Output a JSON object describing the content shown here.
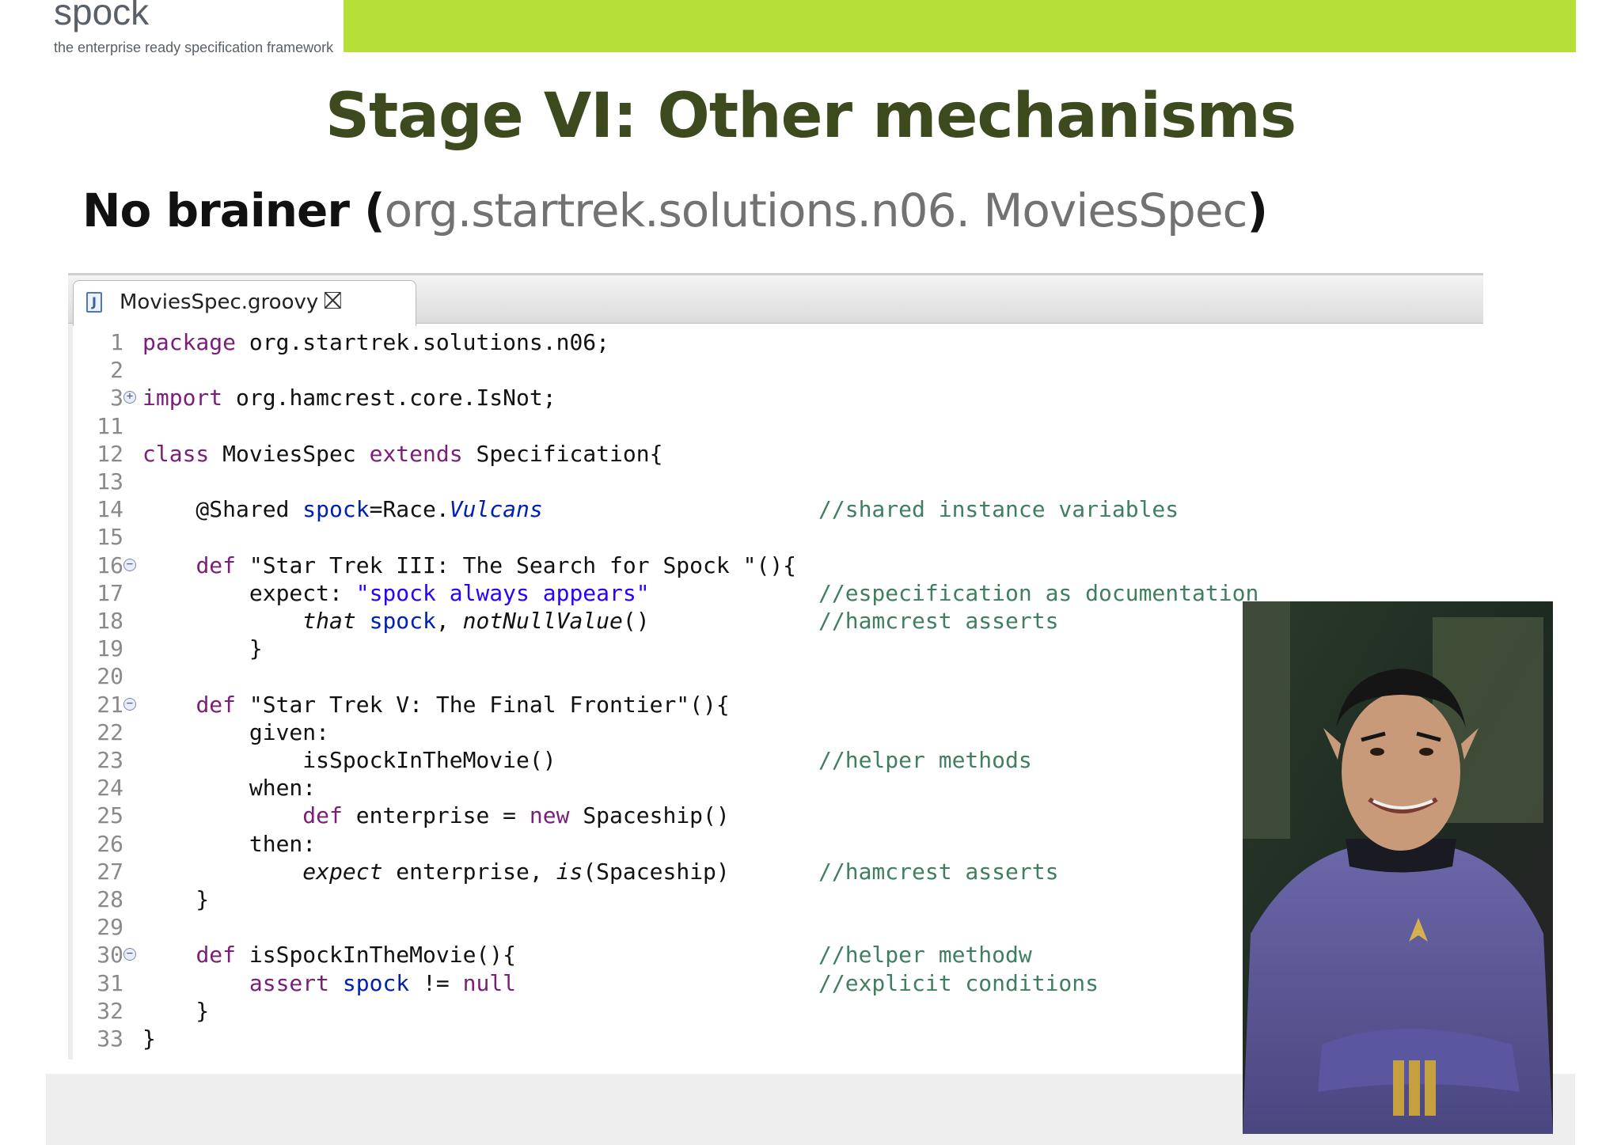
{
  "header": {
    "logo_name": "spock",
    "logo_tagline": "the enterprise ready specification framework",
    "accent_color": "#b5e03a"
  },
  "slide": {
    "title": "Stage VI: Other mechanisms",
    "subtitle_prefix": "No brainer (",
    "subtitle_package": "org.startrek.solutions.n06. MoviesSpec",
    "subtitle_suffix": ")"
  },
  "editor": {
    "tab_label": "MoviesSpec.groovy",
    "tab_icon": "groovy-file-icon",
    "close_icon": "close-icon",
    "lines": [
      {
        "n": "1",
        "html": "<span class=\"kw\">package</span> org.startrek.solutions.n06;",
        "comment": ""
      },
      {
        "n": "2",
        "html": "",
        "comment": ""
      },
      {
        "n": "3",
        "html": "<span class=\"kw\">import</span> org.hamcrest.core.IsNot;",
        "comment": "",
        "fold": "+"
      },
      {
        "n": "11",
        "html": "",
        "comment": ""
      },
      {
        "n": "12",
        "html": "<span class=\"kw\">class</span> MoviesSpec <span class=\"kw\">extends</span> Specification{",
        "comment": ""
      },
      {
        "n": "13",
        "html": "",
        "comment": ""
      },
      {
        "n": "14",
        "html": "    @Shared <span class=\"fld\">spock</span>=Race.<span class=\"ifld\">Vulcans</span>",
        "comment": "//shared instance variables"
      },
      {
        "n": "15",
        "html": "",
        "comment": ""
      },
      {
        "n": "16",
        "html": "    <span class=\"kw\">def</span> \"Star Trek III: The Search for Spock \"(){",
        "comment": "",
        "fold": "−"
      },
      {
        "n": "17",
        "html": "        expect: <span class=\"str\">\"spock always appears\"</span>",
        "comment": "//especification as documentation"
      },
      {
        "n": "18",
        "html": "            <span class=\"ital\">that</span> <span class=\"fld\">spock</span>, <span class=\"ital\">notNullValue</span>()",
        "comment": "//hamcrest asserts"
      },
      {
        "n": "19",
        "html": "        }",
        "comment": ""
      },
      {
        "n": "20",
        "html": "",
        "comment": ""
      },
      {
        "n": "21",
        "html": "    <span class=\"kw\">def</span> \"Star Trek V: The Final Frontier\"(){",
        "comment": "",
        "fold": "−"
      },
      {
        "n": "22",
        "html": "        given:",
        "comment": ""
      },
      {
        "n": "23",
        "html": "            isSpockInTheMovie()",
        "comment": "//helper methods"
      },
      {
        "n": "24",
        "html": "        when:",
        "comment": ""
      },
      {
        "n": "25",
        "html": "            <span class=\"kw\">def</span> enterprise = <span class=\"kw\">new</span> Spaceship()",
        "comment": ""
      },
      {
        "n": "26",
        "html": "        then:",
        "comment": ""
      },
      {
        "n": "27",
        "html": "            <span class=\"ital\">expect</span> enterprise, <span class=\"ital\">is</span>(Spaceship)",
        "comment": "//hamcrest asserts"
      },
      {
        "n": "28",
        "html": "    }",
        "comment": ""
      },
      {
        "n": "29",
        "html": "",
        "comment": ""
      },
      {
        "n": "30",
        "html": "    <span class=\"kw\">def</span> isSpockInTheMovie(){",
        "comment": "//helper methodw",
        "fold": "−"
      },
      {
        "n": "31",
        "html": "        <span class=\"kw\">assert</span> <span class=\"fld\">spock</span> != <span class=\"kw\">null</span>",
        "comment": "//explicit conditions"
      },
      {
        "n": "32",
        "html": "    }",
        "comment": ""
      },
      {
        "n": "33",
        "html": "}",
        "comment": ""
      }
    ]
  },
  "photo": {
    "icon": "spock-photo"
  }
}
